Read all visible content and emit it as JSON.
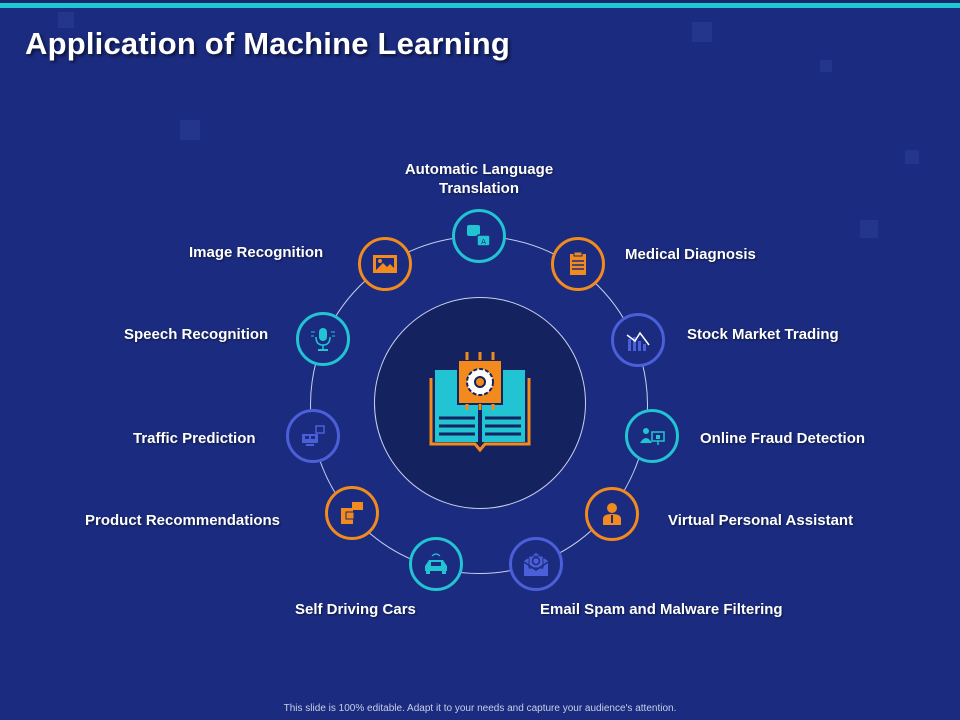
{
  "title": "Application of Machine Learning",
  "colors": {
    "background": "#1b2c80",
    "accent_teal": "#22c3d3",
    "accent_orange": "#f28a1e",
    "accent_blue": "#4b5fd8"
  },
  "center_icon": "machine-learning-book-chip-gear-icon",
  "applications": [
    {
      "label_line1": "Automatic Language",
      "label_line2": "Translation",
      "icon": "translate-icon"
    },
    {
      "label": "Medical Diagnosis",
      "icon": "clipboard-icon"
    },
    {
      "label": "Stock Market Trading",
      "icon": "stock-chart-icon"
    },
    {
      "label": "Online Fraud Detection",
      "icon": "fraud-monitor-icon"
    },
    {
      "label": "Virtual Personal Assistant",
      "icon": "person-icon"
    },
    {
      "label": "Email Spam and Malware Filtering",
      "icon": "blocked-email-icon"
    },
    {
      "label": "Self Driving Cars",
      "icon": "car-icon"
    },
    {
      "label": "Product Recommendations",
      "icon": "product-chat-icon"
    },
    {
      "label": "Traffic Prediction",
      "icon": "traffic-computer-icon"
    },
    {
      "label": "Speech Recognition",
      "icon": "microphone-icon"
    },
    {
      "label": "Image Recognition",
      "icon": "image-icon"
    }
  ],
  "footer": "This slide is 100% editable. Adapt it to your needs and capture your audience's attention."
}
